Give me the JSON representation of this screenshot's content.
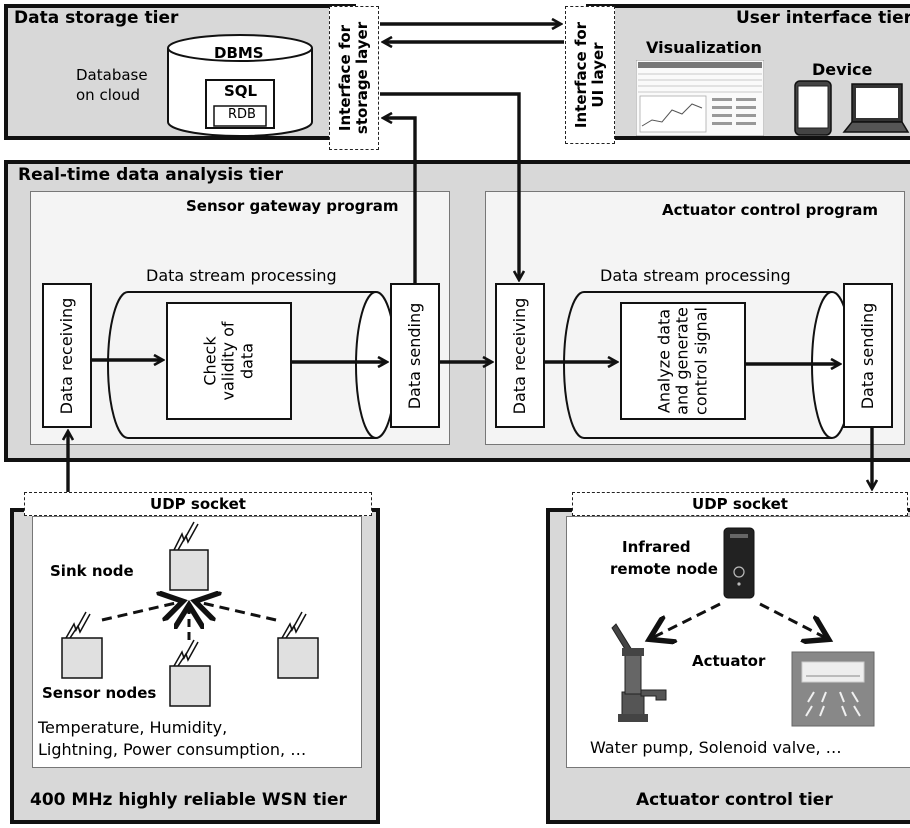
{
  "storage": {
    "tier_title": "Data storage tier",
    "database_line1": "Database",
    "database_line2": "on cloud",
    "dbms": "DBMS",
    "sql": "SQL",
    "rdb": "RDB"
  },
  "interfaces": {
    "storage_line1": "Interface for",
    "storage_line2": "storage layer",
    "ui_line1": "Interface for",
    "ui_line2": "UI layer"
  },
  "ui_tier": {
    "tier_title": "User interface tier",
    "visualization": "Visualization",
    "device": "Device"
  },
  "analysis": {
    "tier_title": "Real-time data analysis tier",
    "sensor_gateway": {
      "title": "Sensor gateway program",
      "stream_label": "Data stream processing",
      "receiving": "Data receiving",
      "process_line1": "Check",
      "process_line2": "validity of",
      "process_line3": "data",
      "sending": "Data sending"
    },
    "actuator_program": {
      "title": "Actuator control program",
      "stream_label": "Data stream processing",
      "receiving": "Data receiving",
      "process_line1": "Analyze data",
      "process_line2": "and generate",
      "process_line3": "control signal",
      "sending": "Data sending"
    }
  },
  "wsn": {
    "udp": "UDP socket",
    "sink_node": "Sink node",
    "sensor_nodes": "Sensor nodes",
    "measures_line1": "Temperature, Humidity,",
    "measures_line2": "Lightning, Power consumption, …",
    "tier_title": "400 MHz highly reliable WSN tier"
  },
  "actuator_tier": {
    "udp": "UDP socket",
    "infrared_line1": "Infrared",
    "infrared_line2": "remote node",
    "actuator": "Actuator",
    "devices": "Water pump, Solenoid valve, …",
    "tier_title": "Actuator control tier"
  },
  "colors": {
    "tier_fill": "#d8d8d8",
    "program_fill": "#f4f4f4",
    "border": "#111111"
  },
  "icons": [
    "database-cylinder",
    "smartphone-icon",
    "laptop-icon",
    "antenna-icon",
    "remote-control-icon",
    "water-pump-icon",
    "air-conditioner-icon"
  ]
}
